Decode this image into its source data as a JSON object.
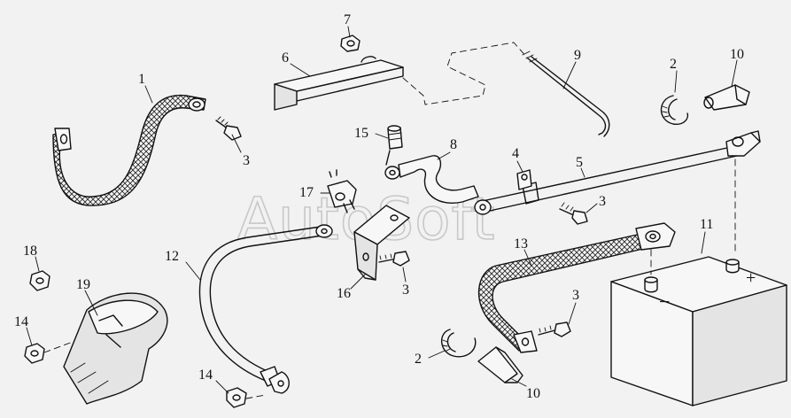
{
  "watermark": "AutoSoft",
  "callouts": {
    "c1": "1",
    "c2a": "2",
    "c2b": "2",
    "c3a": "3",
    "c3b": "3",
    "c3c": "3",
    "c3d": "3",
    "c4": "4",
    "c5": "5",
    "c6": "6",
    "c7": "7",
    "c8": "8",
    "c9": "9",
    "c10a": "10",
    "c10b": "10",
    "c11": "11",
    "c12": "12",
    "c13": "13",
    "c14a": "14",
    "c14b": "14",
    "c15": "15",
    "c16": "16",
    "c17": "17",
    "c18": "18",
    "c19": "19"
  },
  "battery": {
    "minus": "−",
    "plus": "+"
  },
  "colors": {
    "line": "#111111",
    "background": "#f2f2f2",
    "watermark": "#c8c8c8"
  }
}
